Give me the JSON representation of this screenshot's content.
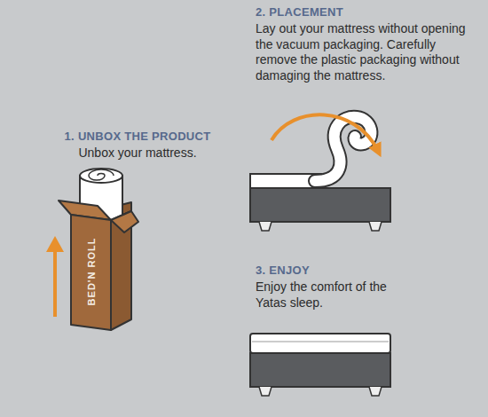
{
  "diagram": {
    "labels": [
      "1. UNBOX THE PRODUCT",
      "Unbox your mattress.",
      "2. PLACEMENT",
      "Lay out your mattress without opening the vacuum packaging. Carefully remove the plastic packaging without damaging the mattress.",
      "3. ENJOY",
      "Enjoy the comfort of the Yatas sleep.",
      "BED'N ROLL"
    ]
  }
}
